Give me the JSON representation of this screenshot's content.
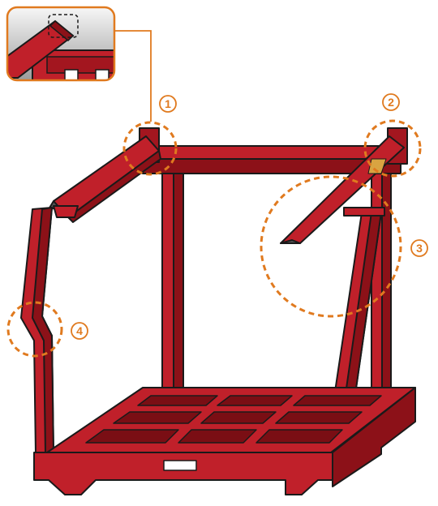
{
  "callouts": [
    {
      "id": "1",
      "label": "①"
    },
    {
      "id": "2",
      "label": "②"
    },
    {
      "id": "3",
      "label": "③"
    },
    {
      "id": "4",
      "label": "④"
    }
  ],
  "colors": {
    "frame_red": "#c0202a",
    "frame_dark": "#7a0e14",
    "outline": "#1a1a1a",
    "callout_orange": "#e07a1f",
    "inset_border": "#e07a1f",
    "inset_bg_top": "#f4f4f4",
    "inset_bg_bottom": "#a8a8a8",
    "pin_grey": "#555555",
    "tag_gold": "#d9a441"
  },
  "icons": {
    "detail_inset": "rack-corner-detail-icon",
    "stack_pin": "stacking-pin-icon"
  }
}
